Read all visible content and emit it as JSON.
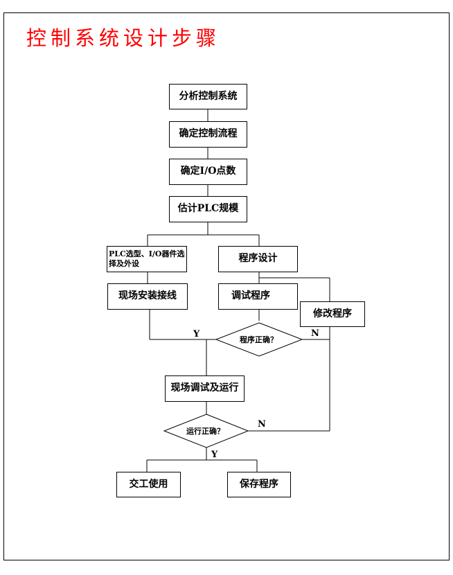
{
  "title": "控制系统设计步骤",
  "colors": {
    "title": "#ff0000",
    "line": "#000000"
  },
  "steps": {
    "analyze": "分析控制系统",
    "flow": "确定控制流程",
    "io": "确定I/O点数",
    "estimate": "估计PLC规模",
    "plc_select": "PLC选型、I/O器件选择及外设",
    "program_design": "程序设计",
    "install": "现场安装接线",
    "debug_program": "调试程序",
    "modify_program": "修改程序",
    "program_ok": "程序正确？",
    "field_debug": "现场调试及运行",
    "run_ok": "运行正确？",
    "deliver": "交工使用",
    "save_program": "保存程序"
  },
  "branch_labels": {
    "yes1": "Y",
    "no1": "N",
    "no2": "N",
    "yes2": "Y"
  }
}
